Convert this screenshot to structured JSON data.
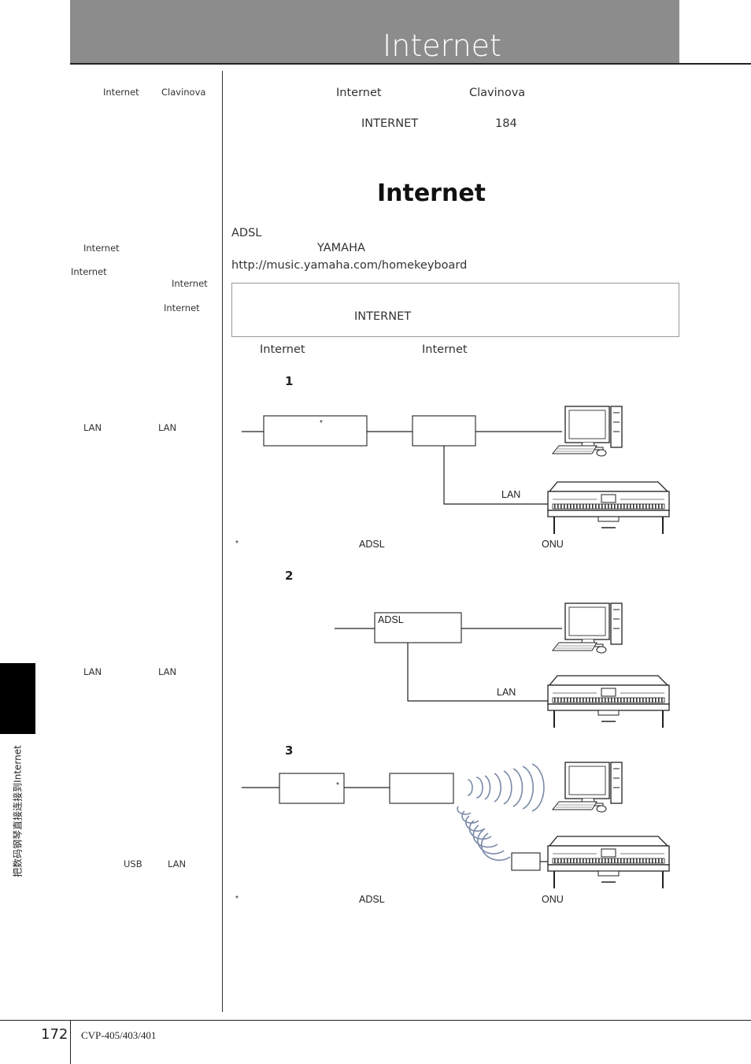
{
  "header": {
    "title": "Internet"
  },
  "side_tab": {
    "label": "把数码钢琴直接连接到Internet"
  },
  "footer": {
    "page_number": "172",
    "model": "CVP-405/403/401"
  },
  "side_notes": {
    "n1_a": "Internet",
    "n1_b": "Clavinova",
    "n2": "Internet",
    "n3": "Internet",
    "n4": "Internet",
    "n5": "Internet",
    "n6_a": "LAN",
    "n6_b": "LAN",
    "n7_a": "LAN",
    "n7_b": "LAN",
    "n8_a": "USB",
    "n8_b": "LAN"
  },
  "intro": {
    "l1_a": "Internet",
    "l1_b": "Clavinova",
    "l2_a": "INTERNET",
    "l2_b": "184"
  },
  "section": {
    "title": "Internet",
    "adsl": "ADSL",
    "yamaha": "YAMAHA",
    "url": "http://music.yamaha.com/homekeyboard",
    "note_box_text": "INTERNET",
    "line_a": "Internet",
    "line_b": "Internet"
  },
  "diagrams": {
    "d1": {
      "number": "1",
      "star": "*",
      "lan": "LAN"
    },
    "foot1": {
      "star": "*",
      "adsl": "ADSL",
      "onu": "ONU"
    },
    "d2": {
      "number": "2",
      "adsl": "ADSL",
      "lan": "LAN"
    },
    "d3": {
      "number": "3",
      "star": "*"
    },
    "foot3": {
      "star": "*",
      "adsl": "ADSL",
      "onu": "ONU"
    }
  }
}
